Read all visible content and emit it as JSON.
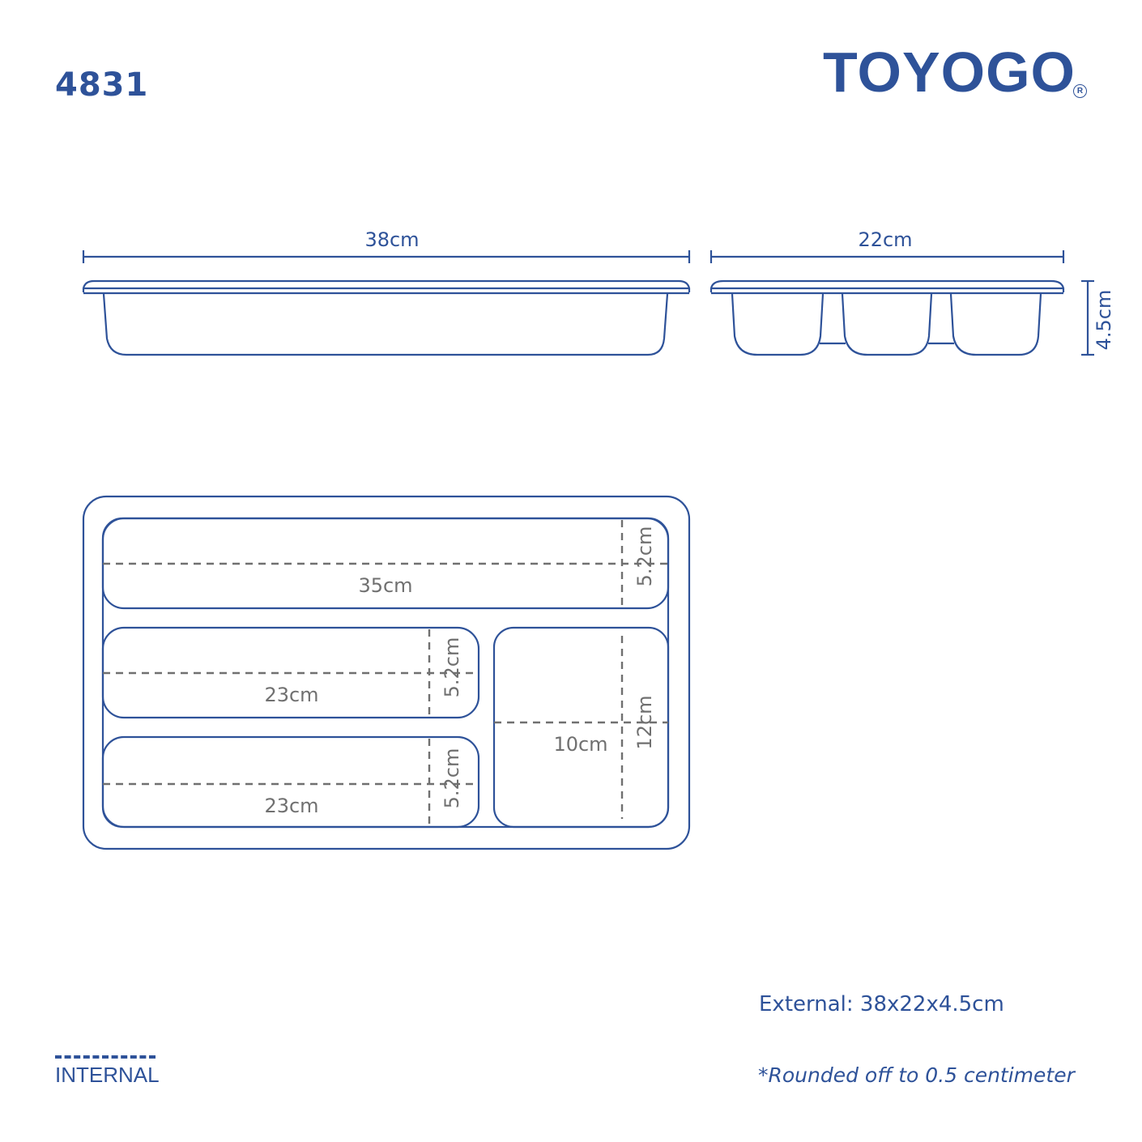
{
  "header": {
    "model_number": "4831",
    "brand": "TOYOGO",
    "registered_mark": "R"
  },
  "colors": {
    "brand_blue": "#2e5299",
    "dimension_gray": "#707070",
    "background": "#ffffff"
  },
  "side_views": {
    "length_view": {
      "width_label": "38cm"
    },
    "width_view": {
      "width_label": "22cm",
      "height_label": "4.5cm",
      "compartments": 3
    }
  },
  "top_view": {
    "compartments": [
      {
        "name": "long-top",
        "length_label": "35cm",
        "width_label": "5.2cm"
      },
      {
        "name": "middle-left",
        "length_label": "23cm",
        "width_label": "5.2cm"
      },
      {
        "name": "bottom-left",
        "length_label": "23cm",
        "width_label": "5.2cm"
      },
      {
        "name": "square-right",
        "length_label": "10cm",
        "width_label": "12cm"
      }
    ]
  },
  "legend": {
    "label": "INTERNAL"
  },
  "specs": {
    "external": "External: 38x22x4.5cm",
    "note": "*Rounded off to 0.5 centimeter"
  }
}
